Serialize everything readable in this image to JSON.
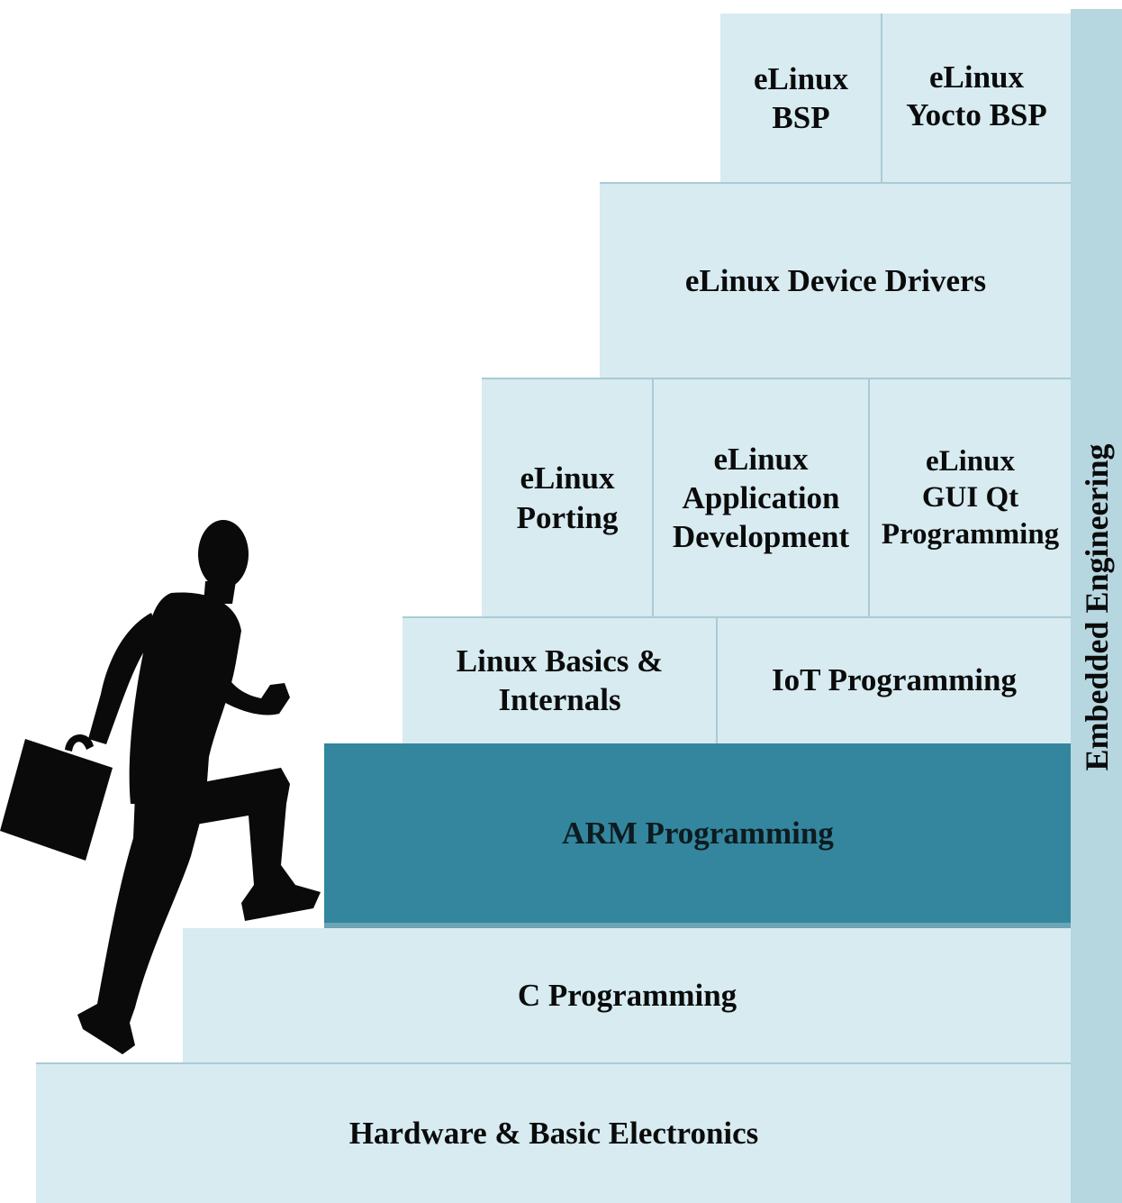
{
  "colors": {
    "step_fill": "#d7ebf1",
    "highlight_fill": "#33869d",
    "side_bar": "#b6d6e0",
    "silhouette": "#0a0a0a"
  },
  "side_label": "Embedded Engineering",
  "steps": {
    "hardware": "Hardware & Basic Electronics",
    "c_programming": "C Programming",
    "arm_programming": "ARM Programming",
    "linux_basics": "Linux Basics &\nInternals",
    "iot_programming": "IoT Programming",
    "elinux_porting": "eLinux\nPorting",
    "elinux_app_dev": "eLinux\nApplication\nDevelopment",
    "elinux_gui_qt": "eLinux\nGUI Qt\nProgramming",
    "elinux_device_drivers": "eLinux Device Drivers",
    "elinux_bsp": "eLinux\nBSP",
    "elinux_yocto_bsp": "eLinux\nYocto BSP"
  },
  "icons": {
    "climber": "businessman-climbing-icon"
  }
}
